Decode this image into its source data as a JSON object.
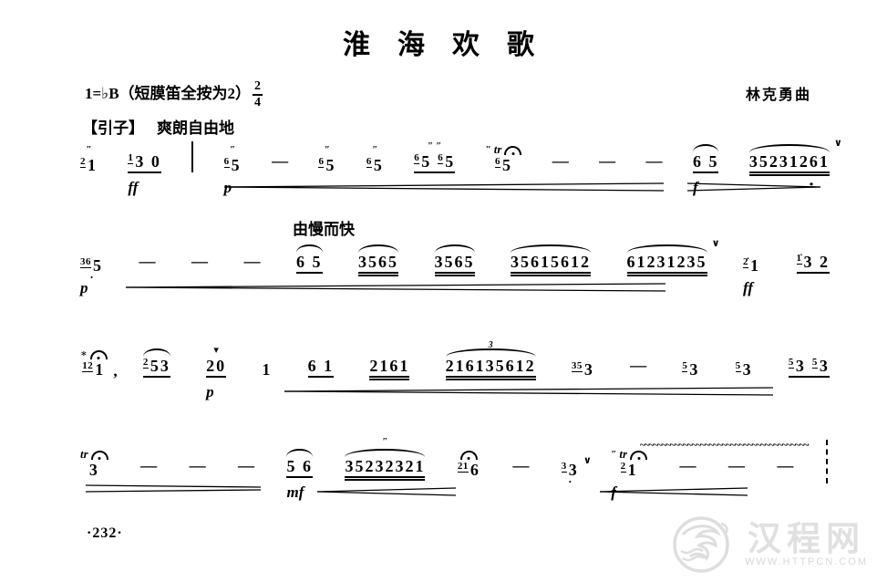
{
  "header": {
    "title": "淮海欢歌",
    "key_signature": "1=♭B（短膜笛全按为2）",
    "time_numerator": "2",
    "time_denominator": "4",
    "composer": "林克勇曲"
  },
  "section": {
    "bracket_label": "【引子】",
    "tempo_text": "爽朗自由地"
  },
  "footer": {
    "page_number": "·232·"
  },
  "watermark": {
    "logo_icon": "dragon-circle-logo",
    "site_name": "汉程网",
    "site_url": "WWW.HTTPCN.COM",
    "color": "#dedede"
  },
  "systems": [
    {
      "tokens": [
        {
          "g": "2",
          "t": "1",
          "orn": [
            "slide-mark"
          ]
        },
        {
          "g": "1",
          "t": "3 0",
          "u": 1,
          "dyn": "ff"
        },
        {
          "bar": "solid"
        },
        {
          "g": "6",
          "t": "5",
          "orn": [
            "flutter-mark"
          ],
          "dyn": "p"
        },
        {
          "dash": true
        },
        {
          "g": "6",
          "t": "5",
          "orn": [
            "flutter-mark"
          ]
        },
        {
          "g": "6",
          "t": "5",
          "orn": [
            "flutter-mark"
          ]
        },
        {
          "segs": [
            {
              "g": "6",
              "t": "5"
            },
            {
              "g": "6",
              "t": "5"
            }
          ],
          "u": 1,
          "orn": [
            "flutter-mark",
            "flutter-mark"
          ]
        },
        {
          "g": "6",
          "t": "5",
          "orn": [
            "flutter-mark",
            "trill"
          ],
          "ferm": true
        },
        {
          "dash": true
        },
        {
          "dash": true
        },
        {
          "dash": true
        },
        {
          "t": "6 5",
          "u": 1,
          "slur": true,
          "dyn": "f"
        },
        {
          "t": "35231261",
          "u": 2,
          "slur": true,
          "breath": "v"
        }
      ]
    },
    {
      "tokens": [
        {
          "g": "36",
          "t": "5",
          "low": 1,
          "dyn": "p"
        },
        {
          "dash": true
        },
        {
          "dash": true
        },
        {
          "dash": true
        },
        {
          "t": "6 5",
          "u": 1,
          "slur": true,
          "label": "由慢而快"
        },
        {
          "t": "3565",
          "u": 2,
          "slur": true
        },
        {
          "t": "3565",
          "u": 2,
          "slur": true
        },
        {
          "t": "35615612",
          "u": 2,
          "slur": true
        },
        {
          "t": "61231235",
          "u": 2,
          "slur": true,
          "breath": "v"
        },
        {
          "g": "2̇",
          "t": "1",
          "dyn": "ff"
        },
        {
          "g": "1̇",
          "t": "3 2",
          "u": 1
        }
      ]
    },
    {
      "tokens": [
        {
          "g": "12",
          "t": "1",
          "orn": [
            "asterisk-mark"
          ],
          "ferm": true,
          "breath": ","
        },
        {
          "g": "2",
          "t": "53",
          "u": 1,
          "slur": true
        },
        {
          "t": "20",
          "u": 1,
          "orn": [
            "down-mark"
          ],
          "dyn": "p"
        },
        {
          "t": "1"
        },
        {
          "t": "6 1",
          "u": 1
        },
        {
          "t": "2161",
          "u": 2
        },
        {
          "t": "216135612",
          "u": 2,
          "slur": true,
          "slur_label": "3"
        },
        {
          "g": "35",
          "t": "3"
        },
        {
          "dash": true
        },
        {
          "g": "5",
          "t": "3"
        },
        {
          "g": "5",
          "t": "3"
        },
        {
          "segs": [
            {
              "g": "5",
              "t": "3"
            },
            {
              "g": "5",
              "t": "3"
            }
          ],
          "u": 1
        }
      ]
    },
    {
      "tokens": [
        {
          "t": "3",
          "orn": [
            "trill"
          ],
          "ferm": true
        },
        {
          "dash": true
        },
        {
          "dash": true
        },
        {
          "dash": true
        },
        {
          "t": "5 6",
          "u": 1,
          "slur": true,
          "dyn": "mf"
        },
        {
          "t": "35232321",
          "u": 2,
          "slur": true,
          "orn": [
            "flutter-mark"
          ]
        },
        {
          "g": "21",
          "t": "6",
          "ferm": true
        },
        {
          "dash": true
        },
        {
          "g": "3",
          "t": "3",
          "breath": "v",
          "low": 1
        },
        {
          "g": "2",
          "t": "1",
          "orn": [
            "slide-mark",
            "trill",
            "trill-wavy"
          ],
          "ferm": true,
          "dyn": "f"
        },
        {
          "dash": true
        },
        {
          "dash": true
        },
        {
          "dash": true
        },
        {
          "bar": "dashed"
        }
      ]
    }
  ]
}
